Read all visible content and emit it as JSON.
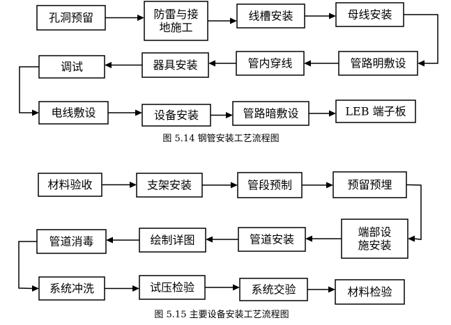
{
  "diagrams": [
    {
      "caption": "图 5.14  钢管安装工艺流程图",
      "nodes": [
        {
          "id": "n1",
          "lines": [
            "孔洞预留"
          ]
        },
        {
          "id": "n2",
          "lines": [
            "防雷与接",
            "地施工"
          ]
        },
        {
          "id": "n3",
          "lines": [
            "线槽安装"
          ]
        },
        {
          "id": "n4",
          "lines": [
            "母线安装"
          ]
        },
        {
          "id": "n5",
          "lines": [
            "管路明敷设"
          ]
        },
        {
          "id": "n6",
          "lines": [
            "管内穿线"
          ]
        },
        {
          "id": "n7",
          "lines": [
            "器具安装"
          ]
        },
        {
          "id": "n8",
          "lines": [
            "调试"
          ]
        },
        {
          "id": "n9",
          "lines": [
            "电线敷设"
          ]
        },
        {
          "id": "n10",
          "lines": [
            "设备安装"
          ]
        },
        {
          "id": "n11",
          "lines": [
            "管路暗敷设"
          ]
        },
        {
          "id": "n12",
          "lines": [
            "LEB 端子板"
          ]
        }
      ],
      "edges": [
        [
          "n1",
          "n2"
        ],
        [
          "n2",
          "n3"
        ],
        [
          "n3",
          "n4"
        ],
        [
          "n4",
          "n5"
        ],
        [
          "n5",
          "n6"
        ],
        [
          "n6",
          "n7"
        ],
        [
          "n7",
          "n8"
        ],
        [
          "n8",
          "n9"
        ],
        [
          "n9",
          "n10"
        ],
        [
          "n10",
          "n11"
        ],
        [
          "n11",
          "n12"
        ]
      ]
    },
    {
      "caption": "图 5.15  主要设备安装工艺流程图",
      "nodes": [
        {
          "id": "m1",
          "lines": [
            "材料验收"
          ]
        },
        {
          "id": "m2",
          "lines": [
            "支架安装"
          ]
        },
        {
          "id": "m3",
          "lines": [
            "管段预制"
          ]
        },
        {
          "id": "m4",
          "lines": [
            "预留预埋"
          ]
        },
        {
          "id": "m5",
          "lines": [
            "端部设",
            "施安装"
          ]
        },
        {
          "id": "m6",
          "lines": [
            "管道安装"
          ]
        },
        {
          "id": "m7",
          "lines": [
            "绘制详图"
          ]
        },
        {
          "id": "m8",
          "lines": [
            "管道消毒"
          ]
        },
        {
          "id": "m9",
          "lines": [
            "系统冲洗"
          ]
        },
        {
          "id": "m10",
          "lines": [
            "试压检验"
          ]
        },
        {
          "id": "m11",
          "lines": [
            "系统交验"
          ]
        },
        {
          "id": "m12",
          "lines": [
            "材料检验"
          ]
        }
      ],
      "edges": [
        [
          "m1",
          "m2"
        ],
        [
          "m2",
          "m3"
        ],
        [
          "m3",
          "m4"
        ],
        [
          "m4",
          "m5"
        ],
        [
          "m5",
          "m6"
        ],
        [
          "m6",
          "m7"
        ],
        [
          "m7",
          "m8"
        ],
        [
          "m8",
          "m9"
        ],
        [
          "m9",
          "m10"
        ],
        [
          "m10",
          "m11"
        ],
        [
          "m11",
          "m12"
        ]
      ]
    }
  ]
}
